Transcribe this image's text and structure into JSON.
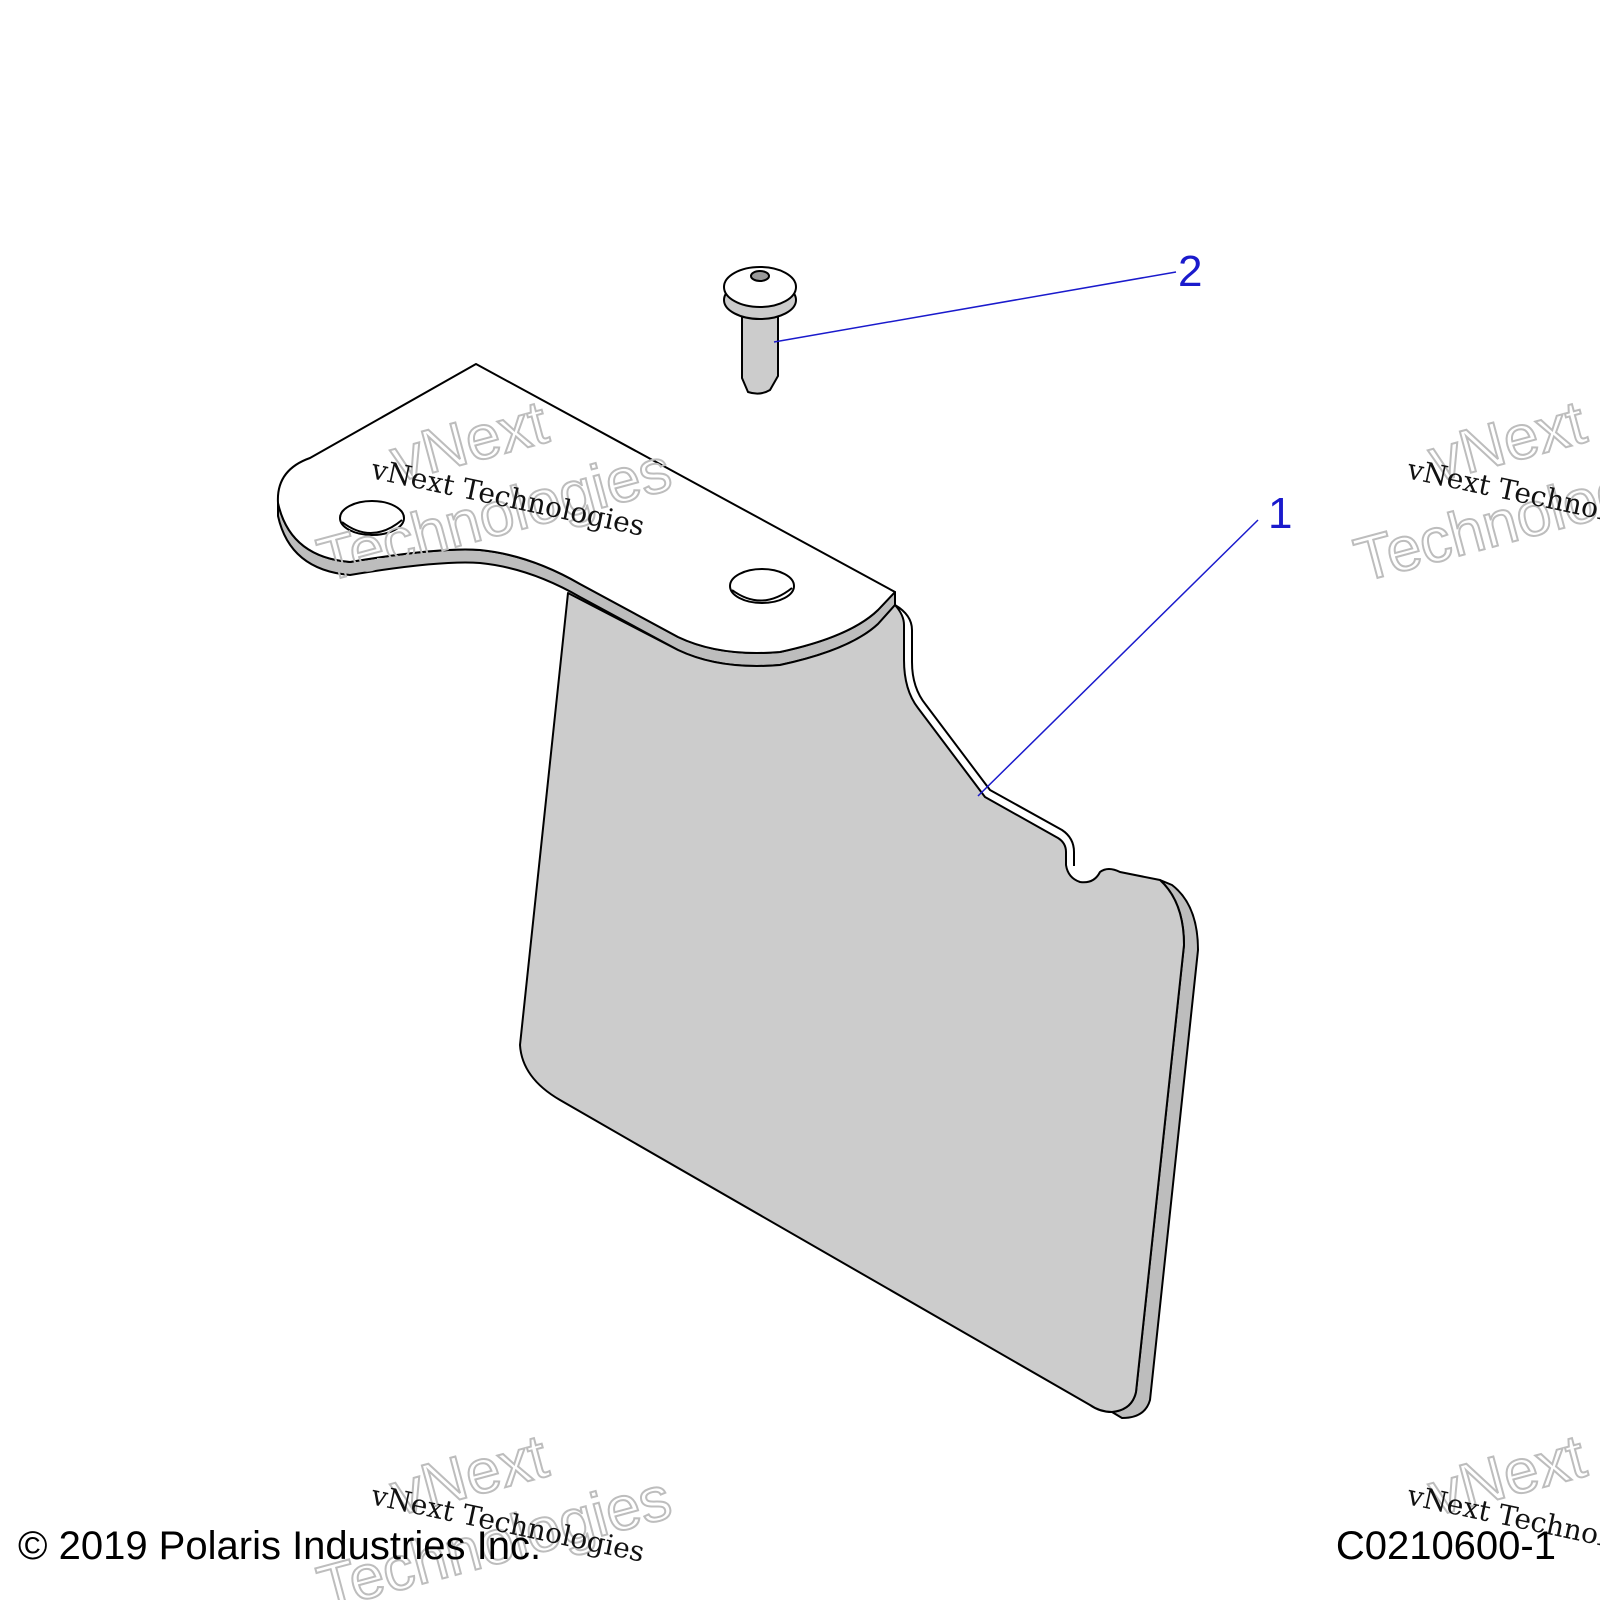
{
  "callouts": [
    {
      "number": "1",
      "part": "mud-flap-bracket"
    },
    {
      "number": "2",
      "part": "screw"
    }
  ],
  "watermark": {
    "line_serif": "vNext Technologies",
    "line_outline_1": "vNext",
    "line_outline_2": "Technologies"
  },
  "footer": {
    "copyright": "© 2019 Polaris Industries Inc.",
    "figure_code": "C0210600-1"
  },
  "colors": {
    "part_fill": "#cccccc",
    "part_stroke": "#000000",
    "leader_line": "#1a1acc"
  }
}
